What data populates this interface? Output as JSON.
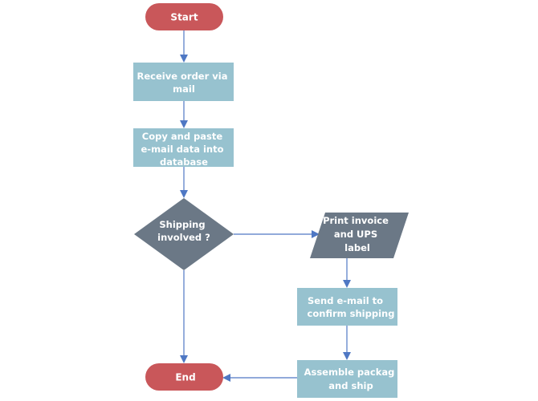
{
  "nodes": {
    "start": {
      "label": "Start"
    },
    "receive": {
      "lines": [
        "Receive order via",
        "mail"
      ]
    },
    "copy": {
      "lines": [
        "Copy and paste",
        "e-mail data into",
        "database"
      ]
    },
    "decision": {
      "lines": [
        "Shipping",
        "involved ?"
      ]
    },
    "print": {
      "lines": [
        "Print invoice",
        "and UPS",
        "label"
      ]
    },
    "email": {
      "lines": [
        "Send e-mail to",
        "confirm shipping"
      ]
    },
    "assemble": {
      "lines": [
        "Assemble packag",
        "and ship"
      ]
    },
    "end": {
      "label": "End"
    }
  },
  "colors": {
    "terminal": "#c9575a",
    "process": "#97c2cf",
    "decision": "#6b7886",
    "connector": "#4f78c4",
    "text": "#ffffff"
  }
}
